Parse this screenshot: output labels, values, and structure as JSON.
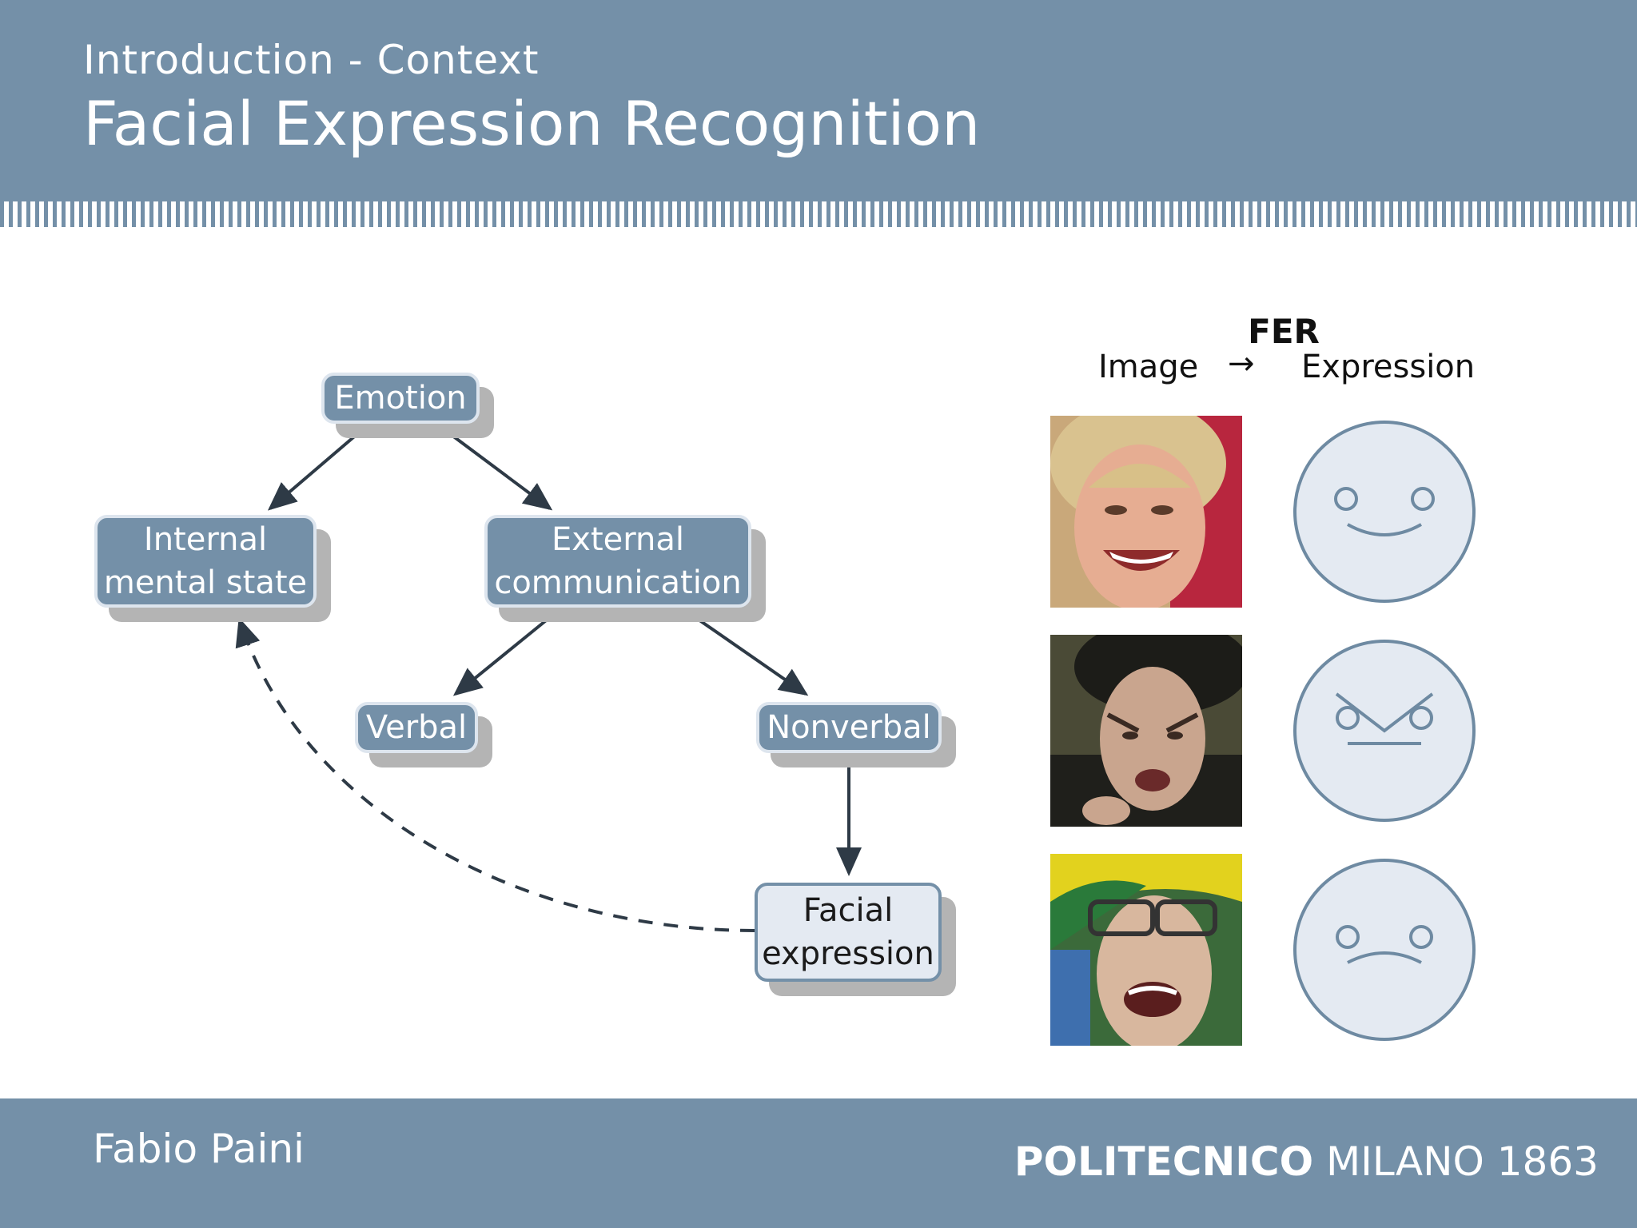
{
  "header": {
    "section": "Introduction - Context",
    "title": "Facial Expression Recognition"
  },
  "diagram": {
    "nodes": {
      "emotion": "Emotion",
      "internal_line1": "Internal",
      "internal_line2": "mental state",
      "external_line1": "External",
      "external_line2": "communication",
      "verbal": "Verbal",
      "nonverbal": "Nonverbal",
      "facial_line1": "Facial",
      "facial_line2": "expression"
    }
  },
  "fer": {
    "title": "FER",
    "image_label": "Image",
    "arrow": "→",
    "expression_label": "Expression",
    "rows": [
      {
        "photo": "happy-face-photo",
        "icon": "happy-smiley-icon"
      },
      {
        "photo": "angry-face-photo",
        "icon": "angry-smiley-icon"
      },
      {
        "photo": "sad-face-photo",
        "icon": "sad-smiley-icon"
      }
    ]
  },
  "footer": {
    "author": "Fabio Paini",
    "institution_bold": "POLITECNICO",
    "institution_rest": "MILANO 1863"
  },
  "colors": {
    "bar": "#7490a8",
    "node_fill": "#7490a8",
    "node_light_fill": "#e4eaf2",
    "arrow": "#2e3a46",
    "smiley_fill": "#e4eaf2",
    "smiley_stroke": "#6e8aa2"
  }
}
